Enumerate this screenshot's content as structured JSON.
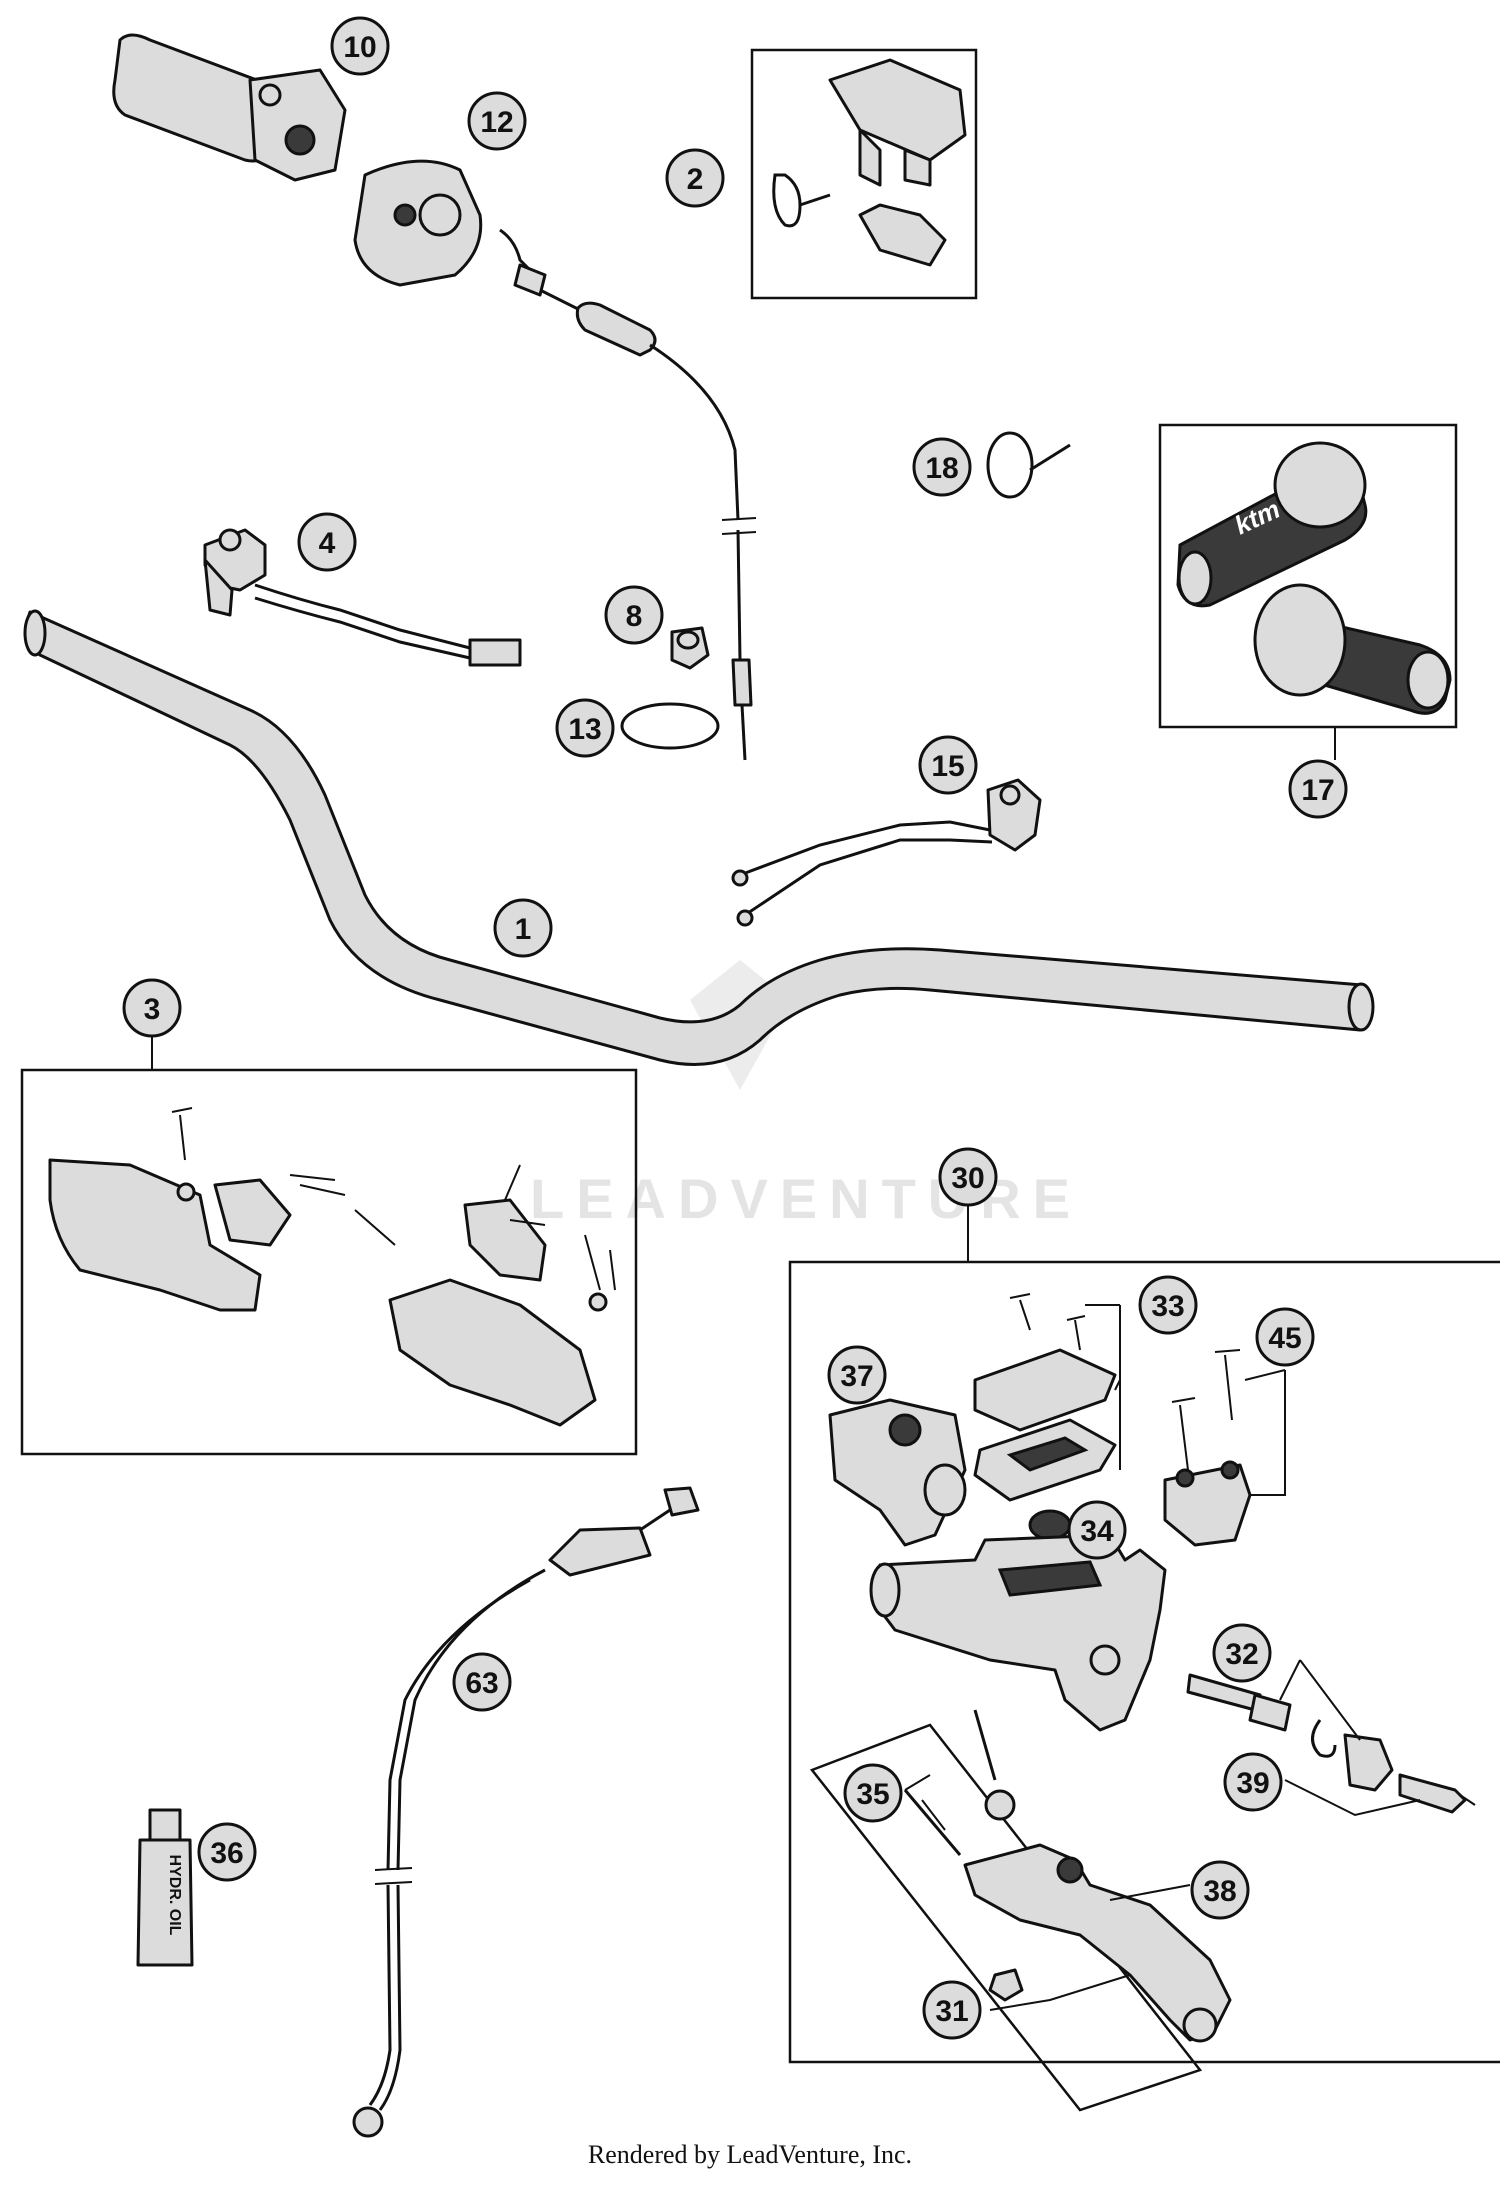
{
  "watermark": {
    "text": "LEADVENTURE"
  },
  "footer": {
    "text": "Rendered by LeadVenture, Inc."
  },
  "callouts": {
    "c1": "1",
    "c2": "2",
    "c3": "3",
    "c4": "4",
    "c8": "8",
    "c10": "10",
    "c12": "12",
    "c13": "13",
    "c15": "15",
    "c17": "17",
    "c18": "18",
    "c30": "30",
    "c31": "31",
    "c32": "32",
    "c33": "33",
    "c34": "34",
    "c35": "35",
    "c36": "36",
    "c37": "37",
    "c38": "38",
    "c39": "39",
    "c45": "45",
    "c63": "63"
  },
  "labels": {
    "grip_brand": "ktm",
    "oil_bottle": "HYDR. OIL"
  },
  "colors": {
    "ink": "#111111",
    "part_fill": "#dcdcdc",
    "watermark": "#e4e4e4",
    "background": "#ffffff"
  }
}
